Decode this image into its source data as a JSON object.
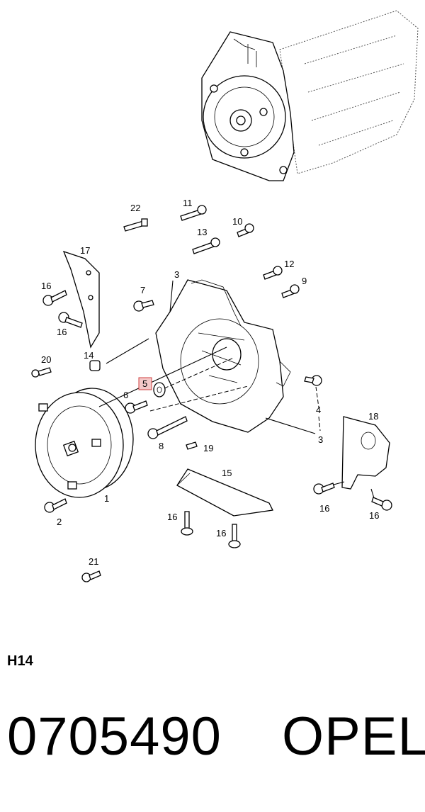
{
  "diagram": {
    "callouts": {
      "c1": "1",
      "c2": "2",
      "c3a": "3",
      "c3b": "3",
      "c4": "4",
      "c5": "5",
      "c6": "6",
      "c7": "7",
      "c8": "8",
      "c9": "9",
      "c10": "10",
      "c11": "11",
      "c12": "12",
      "c13": "13",
      "c14": "14",
      "c15": "15",
      "c16a": "16",
      "c16b": "16",
      "c16c": "16",
      "c16d": "16",
      "c16e": "16",
      "c16f": "16",
      "c17": "17",
      "c18": "18",
      "c19": "19",
      "c20": "20",
      "c21": "21",
      "c22": "22"
    },
    "highlight_color": "#f4c8c8"
  },
  "section_code": "H14",
  "part_number": "0705490",
  "brand": "OPEL"
}
